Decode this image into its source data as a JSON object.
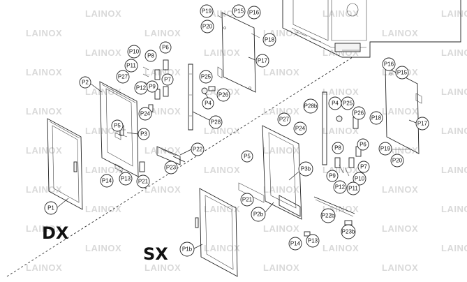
{
  "watermark": "LAINOX",
  "side_labels": {
    "dx": "DX",
    "sx": "SX"
  },
  "callouts": {
    "p1": "P1",
    "p2": "P2",
    "p3": "P3",
    "p4": "P4",
    "p5": "P5",
    "p6": "P6",
    "p7": "P7",
    "p8": "P8",
    "p9": "P9",
    "p10": "P10",
    "p11": "P11",
    "p12": "P12",
    "p13": "P13",
    "p14": "P14",
    "p15": "P15",
    "p16": "P16",
    "p17": "P17",
    "p18": "P18",
    "p19": "P19",
    "p20": "P20",
    "p21": "P21",
    "p22": "P22",
    "p23": "P23",
    "p24": "P24",
    "p25": "P25",
    "p26": "P26",
    "p27": "P27",
    "p28": "P28",
    "p1b": "P1b",
    "p2b": "P2b",
    "p3b": "P3b",
    "p22b": "P22b",
    "p23b": "P23b",
    "p28b": "P28b"
  }
}
